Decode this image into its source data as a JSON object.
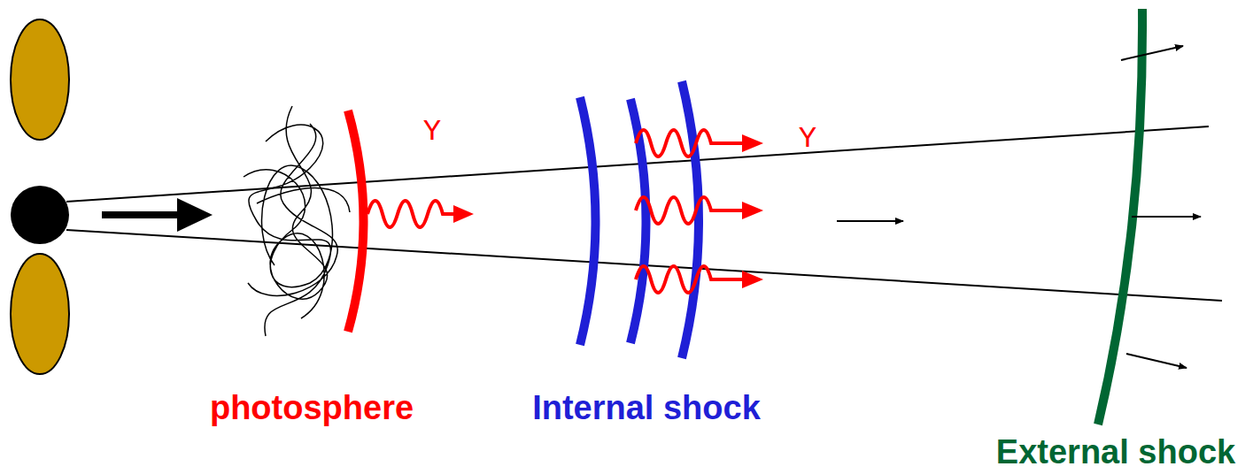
{
  "diagram": {
    "labels": [
      "Y",
      "Y",
      "photosphere",
      "Internal shock",
      "External shock"
    ]
  }
}
